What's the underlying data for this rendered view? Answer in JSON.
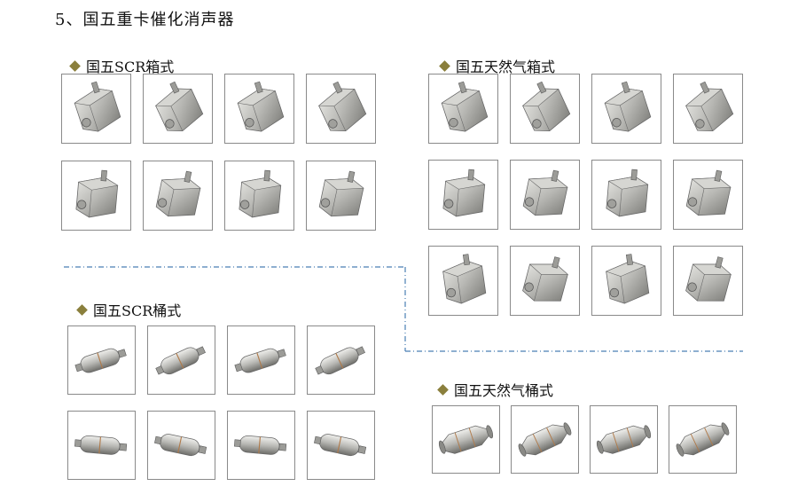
{
  "page": {
    "title": "5、国五重卡催化消声器"
  },
  "sections": {
    "scr_box": {
      "title": "国五SCR箱式",
      "count": 8,
      "shape": "box"
    },
    "cng_box": {
      "title": "国五天然气箱式",
      "count": 12,
      "shape": "box"
    },
    "scr_barrel": {
      "title": "国五SCR桶式",
      "count": 8,
      "shape": "barrel"
    },
    "cng_barrel": {
      "title": "国五天然气桶式",
      "count": 4,
      "shape": "cone"
    }
  },
  "icons": {
    "bullet": "diamond-bullet-icon",
    "product": "muffler-photo-icon"
  },
  "colors": {
    "accent": "#8a7f3c",
    "frame": "#8a8a8a",
    "divider": "#4a7fb5",
    "metal": "#b8b8b4"
  }
}
